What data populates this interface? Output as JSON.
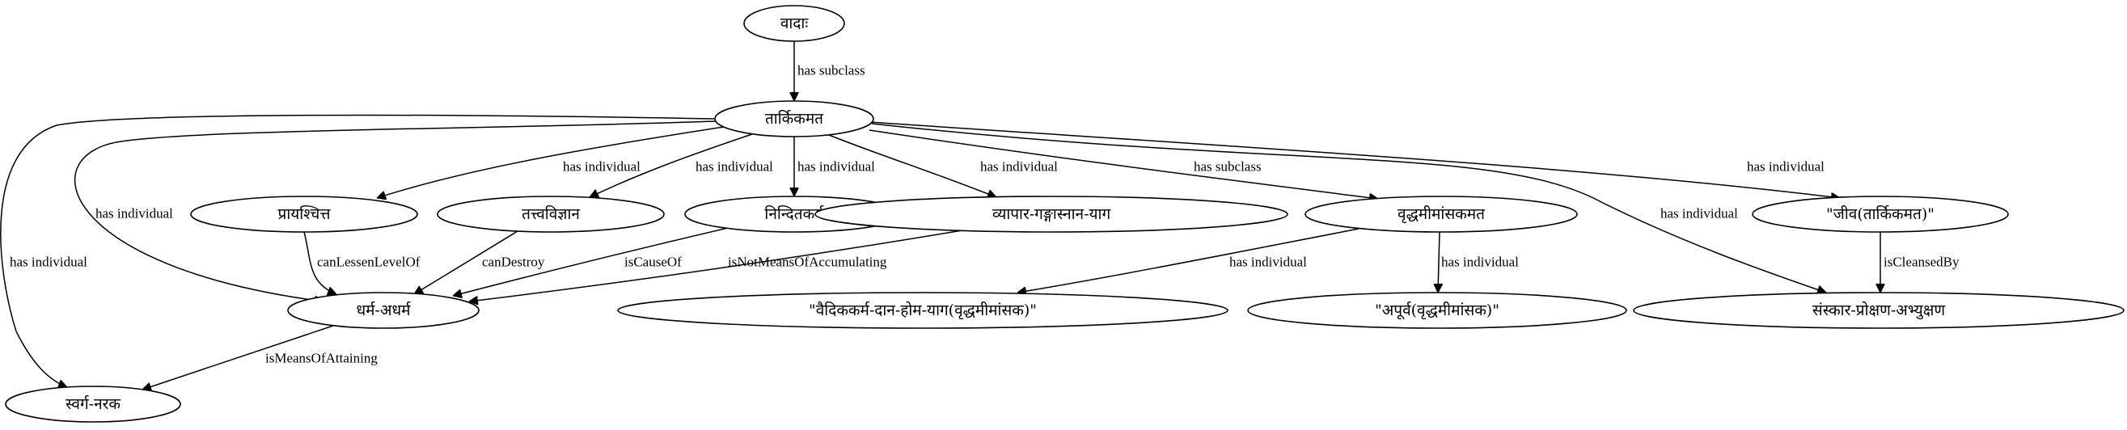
{
  "nodes": [
    {
      "id": "vadah",
      "label": "वादाः"
    },
    {
      "id": "tarkikamata",
      "label": "तार्किकमत"
    },
    {
      "id": "prayashchitta",
      "label": "प्रायश्चित्त"
    },
    {
      "id": "tattvavijnana",
      "label": "तत्त्वविज्ञान"
    },
    {
      "id": "ninditakarma",
      "label": "निन्दितकर्म"
    },
    {
      "id": "vyapara",
      "label": "व्यापार-गङ्गास्नान-याग"
    },
    {
      "id": "vriddhamimamsakamata",
      "label": "वृद्धमीमांसकमत"
    },
    {
      "id": "jiva",
      "label": "\"जीव(तार्किकमत)\""
    },
    {
      "id": "dharma",
      "label": "धर्म-अधर्म"
    },
    {
      "id": "vaidika",
      "label": "\"वैदिककर्म-दान-होम-याग(वृद्धमीमांसक)\""
    },
    {
      "id": "apurva",
      "label": "\"अपूर्व(वृद्धमीमांसक)\""
    },
    {
      "id": "samskara",
      "label": "संस्कार-प्रोक्षण-अभ्युक्षण"
    },
    {
      "id": "svarga",
      "label": "स्वर्ग-नरक"
    }
  ],
  "edges": [
    {
      "from": "vadah",
      "to": "tarkikamata",
      "label": "has subclass"
    },
    {
      "from": "tarkikamata",
      "to": "prayashchitta",
      "label": "has individual"
    },
    {
      "from": "tarkikamata",
      "to": "tattvavijnana",
      "label": "has individual"
    },
    {
      "from": "tarkikamata",
      "to": "ninditakarma",
      "label": "has individual"
    },
    {
      "from": "tarkikamata",
      "to": "vyapara",
      "label": "has individual"
    },
    {
      "from": "tarkikamata",
      "to": "vriddhamimamsakamata",
      "label": "has subclass"
    },
    {
      "from": "tarkikamata",
      "to": "jiva",
      "label": "has individual"
    },
    {
      "from": "tarkikamata",
      "to": "samskara",
      "label": "has individual"
    },
    {
      "from": "tarkikamata",
      "to": "dharma",
      "label": "has individual"
    },
    {
      "from": "tarkikamata",
      "to": "svarga",
      "label": "has individual"
    },
    {
      "from": "prayashchitta",
      "to": "dharma",
      "label": "canLessenLevelOf"
    },
    {
      "from": "tattvavijnana",
      "to": "dharma",
      "label": "canDestroy"
    },
    {
      "from": "ninditakarma",
      "to": "dharma",
      "label": "isCauseOf"
    },
    {
      "from": "vyapara",
      "to": "dharma",
      "label": "isNotMeansOfAccumulating"
    },
    {
      "from": "vriddhamimamsakamata",
      "to": "vaidika",
      "label": "has individual"
    },
    {
      "from": "vriddhamimamsakamata",
      "to": "apurva",
      "label": "has individual"
    },
    {
      "from": "jiva",
      "to": "samskara",
      "label": "isCleansedBy"
    },
    {
      "from": "dharma",
      "to": "svarga",
      "label": "isMeansOfAttaining"
    }
  ]
}
